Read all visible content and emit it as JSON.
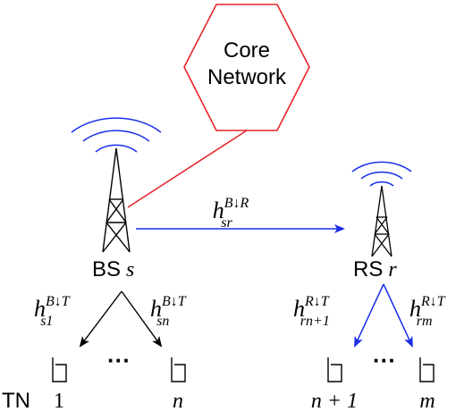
{
  "core_network": {
    "line1": "Core",
    "line2": "Network"
  },
  "bs": {
    "label": "BS",
    "var": "s"
  },
  "rs": {
    "label": "RS",
    "var": "r"
  },
  "links": {
    "bs_rs": {
      "base": "h",
      "sup": "B↓R",
      "sub": "sr"
    },
    "bs_tn1": {
      "base": "h",
      "sup": "B↓T",
      "sub": "s1"
    },
    "bs_tnn": {
      "base": "h",
      "sup": "B↓T",
      "sub": "sn"
    },
    "rs_tn1": {
      "base": "h",
      "sup": "R↓T",
      "sub": "rn+1"
    },
    "rs_tnm": {
      "base": "h",
      "sup": "R↓T",
      "sub": "rm"
    }
  },
  "terminals": {
    "prefix": "TN",
    "bs_first": "1",
    "bs_last": "n",
    "rs_first": "n + 1",
    "rs_last": "m",
    "ellipsis": "···"
  },
  "colors": {
    "core": "#e8232a",
    "signal": "#1a2ee8",
    "relay_link": "#1a2ee8",
    "black": "#000000"
  }
}
